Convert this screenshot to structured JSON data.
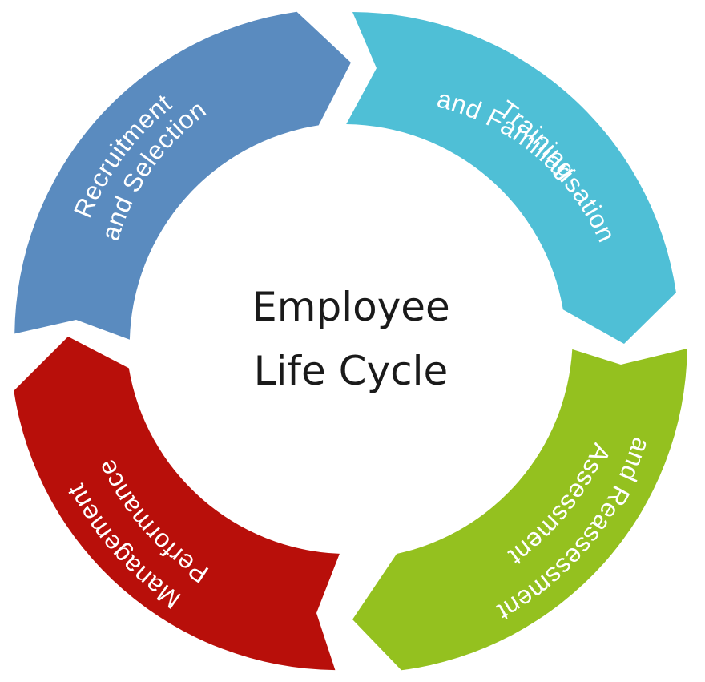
{
  "center": {
    "line1": "Employee",
    "line2": "Life Cycle"
  },
  "segments": [
    {
      "id": "recruitment",
      "line1": "Recruitment",
      "line2": "and Selection",
      "color": "#5a8bbf"
    },
    {
      "id": "training",
      "line1": "Training",
      "line2": "and Familiarisation",
      "color": "#4fbfd6"
    },
    {
      "id": "assessment",
      "line1": "Assessment",
      "line2": "and Reassessment",
      "color": "#94c11f"
    },
    {
      "id": "performance",
      "line1": "Performance",
      "line2": "Management",
      "color": "#b80f0a"
    }
  ]
}
